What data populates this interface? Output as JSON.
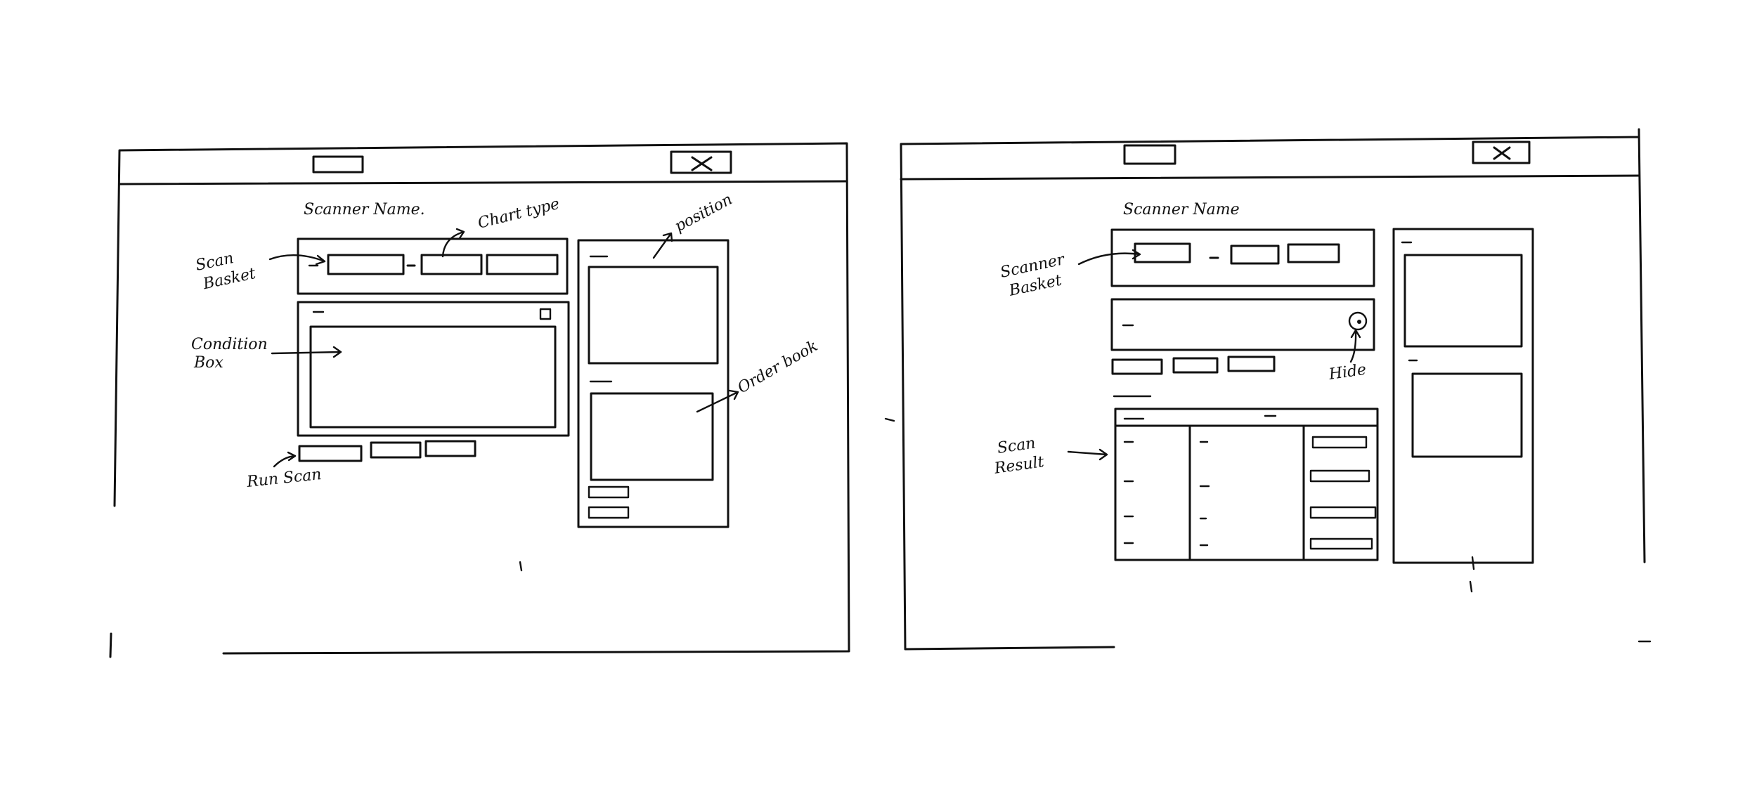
{
  "left_sketch": {
    "scanner_name_label": "Scanner Name.",
    "annotations": {
      "scan_basket": [
        "Scan",
        "Basket"
      ],
      "chart_type": "Chart type",
      "condition_box": [
        "Condition",
        "Box"
      ],
      "run_scan": "Run Scan",
      "position": "position",
      "order_book": "Order book"
    }
  },
  "right_sketch": {
    "scanner_name_label": "Scanner Name",
    "annotations": {
      "scanner_basket": [
        "Scanner",
        "Basket"
      ],
      "hide": "Hide",
      "scan_result": [
        "Scan",
        "Result"
      ]
    }
  }
}
